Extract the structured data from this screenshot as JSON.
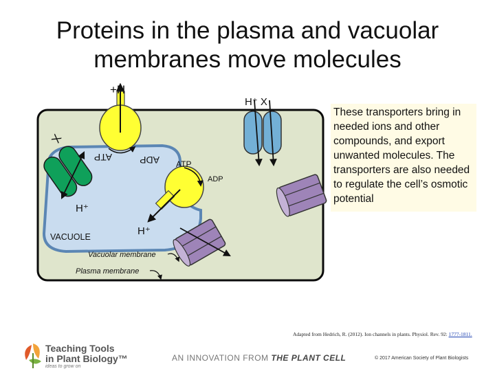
{
  "title_line1": "Proteins in the plasma and vacuolar",
  "title_line2": "membranes move molecules",
  "callout_text": "These transporters bring in needed ions and other compounds, and export unwanted molecules. The transporters are also needed to regulate the cell’s osmotic potential",
  "labels": {
    "h_top": "+H",
    "h_x": "H⁺ X",
    "x_left": "X",
    "atp_flipped": "ATP",
    "adp_flipped": "ADP",
    "atp": "ATP",
    "adp": "ADP",
    "h_vacuole": "H⁺",
    "vacuole": "VACUOLE",
    "h_bottom": "H⁺",
    "vacuolar_membrane": "Vacuolar membrane",
    "plasma_membrane": "Plasma membrane"
  },
  "citation_text": "Adapted from Hedrich, R. (2012). Ion channels in plants. Physiol. Rev. 92: ",
  "citation_link": "1777-1811.",
  "logo_line1": "Teaching Tools",
  "logo_line2": "in Plant Biology™",
  "logo_tagline": "ideas to grow on",
  "innovation_prefix": "AN INNOVATION FROM ",
  "innovation_brand": "THE PLANT CELL",
  "copyright": "© 2017 American Society of Plant Biologists",
  "colors": {
    "cell": "#dfe5cc",
    "cell_border": "#0b0b0b",
    "vacuole": "#c9dcef",
    "vacuole_border": "#5b86b4",
    "pump_yellow": "#ffff33",
    "channel_green": "#0fa05a",
    "channel_blue": "#73b0d6",
    "transporter_purple": "#9e84b8"
  }
}
